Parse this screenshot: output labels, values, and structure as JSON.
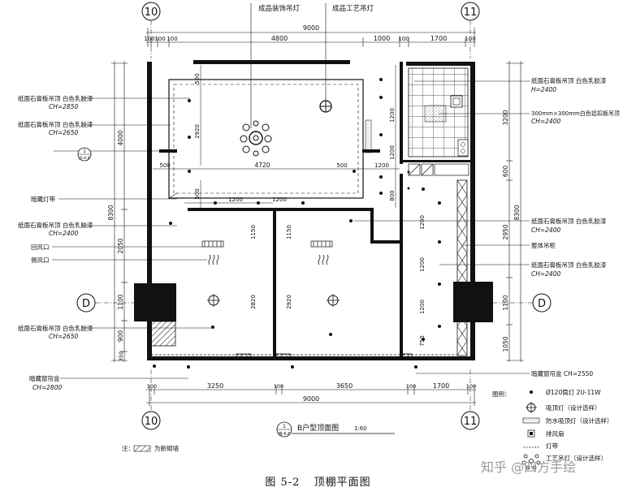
{
  "grid": {
    "top_left": "10",
    "top_right": "11",
    "bottom_left": "10",
    "bottom_right": "11",
    "left_mid": "D",
    "right_mid": "D"
  },
  "top_labels": {
    "pendant_lamp": "成品装饰吊灯",
    "craft_lamp": "成品工艺吊灯"
  },
  "dims_top": {
    "total": "9000",
    "parts": [
      "100",
      "100",
      "100",
      "4800",
      "1000",
      "100",
      "1700",
      "100"
    ]
  },
  "dims_bottom": {
    "total": "9000",
    "parts": [
      "100",
      "3250",
      "100",
      "3650",
      "100",
      "1700",
      "100"
    ]
  },
  "dims_left": [
    "4000",
    "8300",
    "2050",
    "1100",
    "900",
    "350"
  ],
  "dims_right": [
    "3200",
    "600",
    "8300",
    "2950",
    "1100",
    "1050"
  ],
  "dims_inner": {
    "top_500": "500",
    "w_4720": "4720",
    "left_500": "500",
    "right_500": "500",
    "v_2920": "2920",
    "v_1200a": "1200",
    "v_1200b": "1200",
    "v_1200c": "1200",
    "h_1200a": "1200",
    "h_1200b": "1200",
    "v_800": "800",
    "v_500": "500",
    "v_1150a": "1150",
    "v_1150b": "1150",
    "v_2820": "2820",
    "v_2920b": "2920",
    "k_1200a": "1200",
    "k_1200b": "1200",
    "k_1200c": "1200",
    "k_750": "750"
  },
  "left_notes": [
    {
      "main": "纸面石膏板吊顶  白色乳胶漆",
      "sub": "CH=2850"
    },
    {
      "main": "纸面石膏板吊顶  白色乳胶漆",
      "sub": "CH=2650"
    },
    {
      "main": "暗藏灯带",
      "sub": ""
    },
    {
      "main": "纸面石膏板吊顶  白色乳胶漆",
      "sub": "CH=2400"
    },
    {
      "main": "回风口",
      "sub": ""
    },
    {
      "main": "侧风口",
      "sub": ""
    },
    {
      "main": "纸面石膏板吊顶  白色乳胶漆",
      "sub": "CH=2650"
    },
    {
      "main": "暗藏窗帘盒",
      "sub": "CH=2800"
    }
  ],
  "right_notes": [
    {
      "main": "纸面石膏板吊顶  白色乳胶漆",
      "sub": "H=2400"
    },
    {
      "main": "300mm×300mm白色铝扣板吊顶",
      "sub": "CH=2400"
    },
    {
      "main": "纸面石膏板吊顶  白色乳胶漆",
      "sub": "CH=2400"
    },
    {
      "main": "整体吊柜",
      "sub": ""
    },
    {
      "main": "纸面石膏板吊顶  白色乳胶漆",
      "sub": "CH=2400"
    },
    {
      "main": "暗藏窗帘盒 CH=2550",
      "sub": ""
    }
  ],
  "section_marker": {
    "num": "1",
    "ref": "JS-6.8"
  },
  "title_marker": {
    "num": "1",
    "ref": "施-6.8"
  },
  "plan_title": "B户型顶面图",
  "plan_scale": "1:60",
  "note": {
    "label": "注：",
    "text": "为新砌墙"
  },
  "legend": {
    "title": "图例：",
    "items": [
      {
        "icon": "downlight-icon",
        "text": "Ø120筒灯 2U-11W"
      },
      {
        "icon": "ceiling-lamp-icon",
        "text": "吸顶灯（设计选样）"
      },
      {
        "icon": "waterproof-lamp-icon",
        "text": "防水吸顶灯（设计选样）"
      },
      {
        "icon": "exhaust-fan-icon",
        "text": "排风扇"
      },
      {
        "icon": "light-strip-icon",
        "text": "灯带"
      },
      {
        "icon": "craft-pendant-icon",
        "text": "工艺吊灯（设计选样）"
      }
    ]
  },
  "caption": {
    "fig": "图 5-2",
    "title": "顶棚平面图"
  },
  "watermark": "知乎 @四方手绘"
}
